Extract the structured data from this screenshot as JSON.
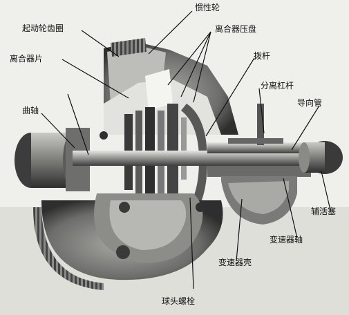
{
  "labels": {
    "flywheel": "惯性轮",
    "starter_ring_gear": "起动轮齿圈",
    "clutch_pressure_plate": "离合器压盘",
    "clutch_plate": "离合器片",
    "lever": "拨杆",
    "release_lever": "分离杠杆",
    "crankshaft": "曲轴",
    "guide_tube": "导向管",
    "auxiliary_piston": "辅活塞",
    "transmission_shaft": "变速器轴",
    "transmission_housing": "变速器壳",
    "ball_head_bolt": "球头螺栓"
  },
  "colors": {
    "background": "#d9d9d5",
    "paper": "#efefec",
    "metal_dark": "#3a3a3a",
    "metal_mid": "#7a7a78",
    "metal_light": "#b7b7b3"
  }
}
